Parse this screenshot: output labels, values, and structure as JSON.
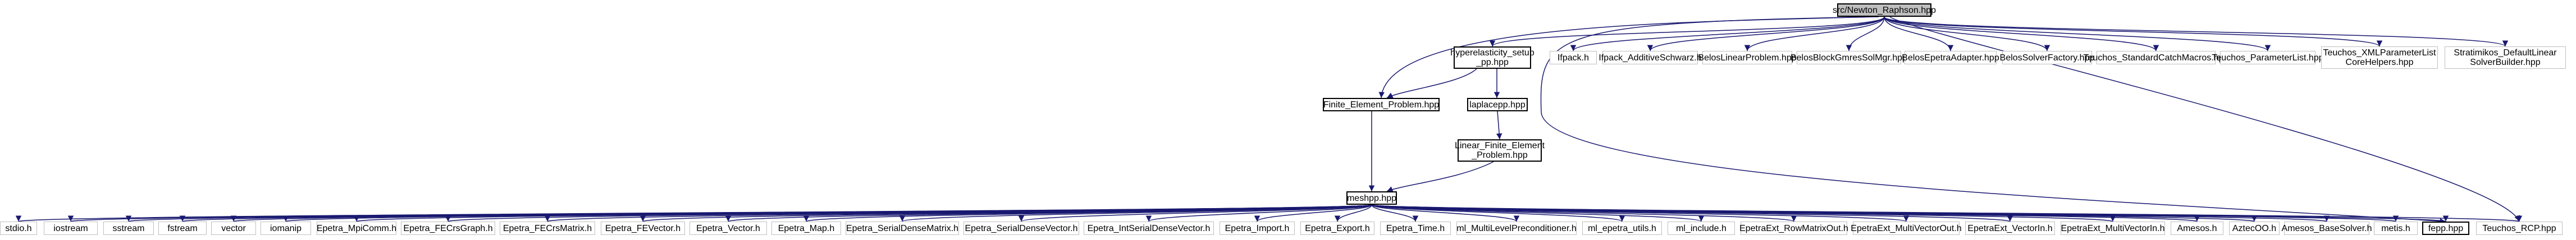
{
  "graph": {
    "root": "src/Newton_Raphson.hpp",
    "colors": {
      "edge": "#191970",
      "node_border": "#bfbfbf",
      "root_fill": "#bfbfbf",
      "box_border": "#000000"
    },
    "nodes": {
      "root": "src/Newton_Raphson.hpp",
      "hyperelasticity": "hyperelasticity_setup\n_pp.hpp",
      "ifpack": "Ifpack.h",
      "ifpack_schwarz": "Ifpack_AdditiveSchwarz.h",
      "belos_linear": "BelosLinearProblem.hpp",
      "belos_block": "BelosBlockGmresSolMgr.hpp",
      "belos_epetra": "BelosEpetraAdapter.hpp",
      "belos_factory": "BelosSolverFactory.hpp",
      "teuchos_catch": "Teuchos_StandardCatchMacros.hpp",
      "teuchos_param": "Teuchos_ParameterList.hpp",
      "teuchos_xml": "Teuchos_XMLParameterList\nCoreHelpers.hpp",
      "stratimikos": "Stratimikos_DefaultLinear\nSolverBuilder.hpp",
      "finite_element": "Finite_Element_Problem.hpp",
      "laplacepp": "laplacepp.hpp",
      "linear_fe": "Linear_Finite_Element\n_Problem.hpp",
      "meshpp": "meshpp.hpp",
      "stdio": "stdio.h",
      "iostream": "iostream",
      "sstream": "sstream",
      "fstream": "fstream",
      "vector": "vector",
      "iomanip": "iomanip",
      "mpicomm": "Epetra_MpiComm.h",
      "fecrsgraph": "Epetra_FECrsGraph.h",
      "fecrsmatrix": "Epetra_FECrsMatrix.h",
      "fevector": "Epetra_FEVector.h",
      "evector": "Epetra_Vector.h",
      "emap": "Epetra_Map.h",
      "sdm": "Epetra_SerialDenseMatrix.h",
      "sdv": "Epetra_SerialDenseVector.h",
      "isdv": "Epetra_IntSerialDenseVector.h",
      "eimport": "Epetra_Import.h",
      "eexport": "Epetra_Export.h",
      "etime": "Epetra_Time.h",
      "ml_prec": "ml_MultiLevelPreconditioner.h",
      "ml_utils": "ml_epetra_utils.h",
      "ml_include": "ml_include.h",
      "ext_rowmatrix": "EpetraExt_RowMatrixOut.h",
      "ext_mvout": "EpetraExt_MultiVectorOut.h",
      "ext_vin": "EpetraExt_VectorIn.h",
      "ext_mvin": "EpetraExt_MultiVectorIn.h",
      "amesos": "Amesos.h",
      "aztecoo": "AztecOO.h",
      "amesos_base": "Amesos_BaseSolver.h",
      "metis": "metis.h",
      "fepp": "fepp.hpp",
      "teuchos_rcp": "Teuchos_RCP.hpp"
    }
  }
}
